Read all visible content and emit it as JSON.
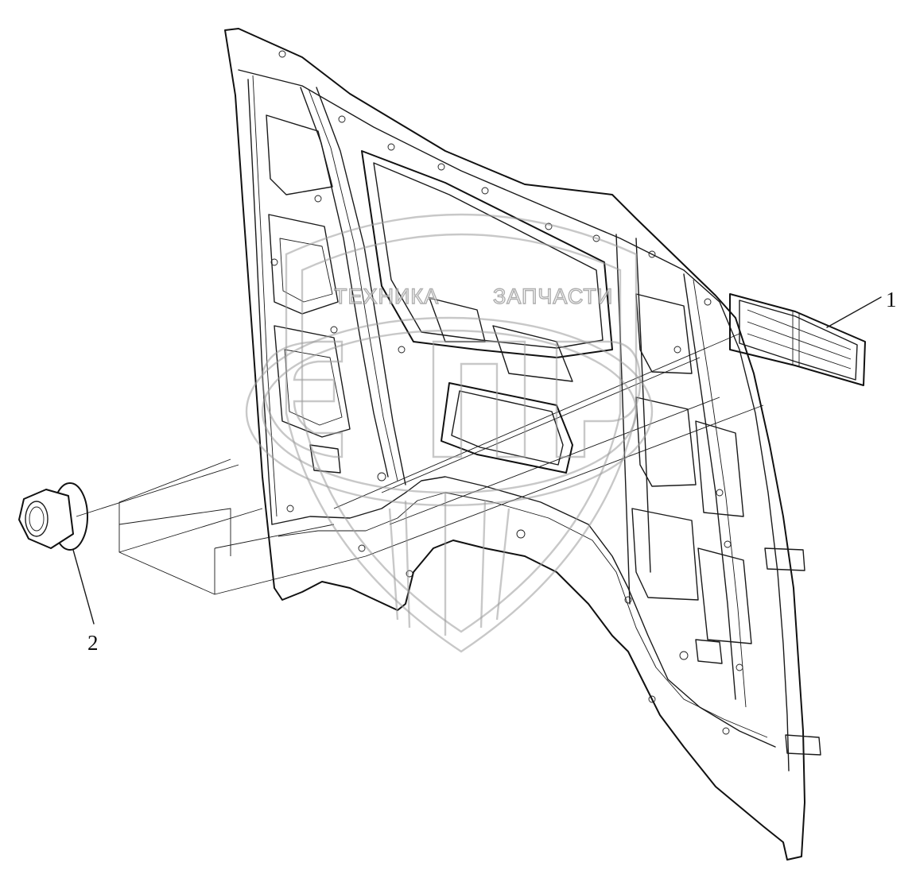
{
  "watermark": {
    "left_text": "ТЕХНИКА",
    "right_text": "ЗАПЧАСТИ"
  },
  "callouts": [
    {
      "id": "1",
      "label": "1"
    },
    {
      "id": "2",
      "label": "2"
    }
  ]
}
